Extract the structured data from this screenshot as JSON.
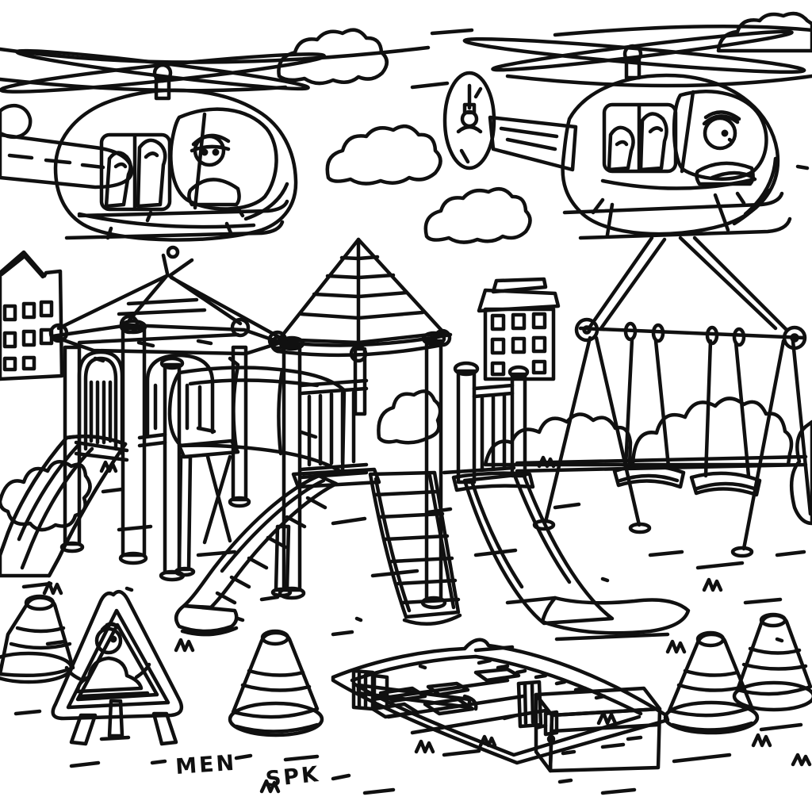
{
  "meta": {
    "style": "black-and-white coloring book line art",
    "line_color": "#101010",
    "background_color": "#ffffff"
  },
  "scene": {
    "description": "Two helicopters with pilots and passengers hover over a playground construction site, lowering play equipment on cables: a canopy-roofed play tower on the left and a swing set on the right. The playground has a pyramid-roof tower, tube tunnel, arched step climber, stairs, two slides, background buildings, bushes and clouds. On the ground are traffic cones, a duckling warning sign, rolled-out blueprints with a ruler, and a toolbox.",
    "objects": [
      "left helicopter",
      "right helicopter",
      "tail rotor",
      "lifting cables",
      "play tower with canopy roof and arched doorways",
      "play tower with pyramidal glass roof",
      "tube tunnel",
      "arched step climber",
      "stair climber",
      "left slide",
      "right slide",
      "slide platform with railing",
      "swing set with two swings",
      "clouds",
      "city buildings",
      "bushes",
      "four traffic cones",
      "duckling warning sign",
      "blueprint sheet with ruler",
      "toolbox",
      "grass tufts and ground scribbles"
    ]
  },
  "scribbles": {
    "men": "MEN",
    "spk": "SPK"
  }
}
